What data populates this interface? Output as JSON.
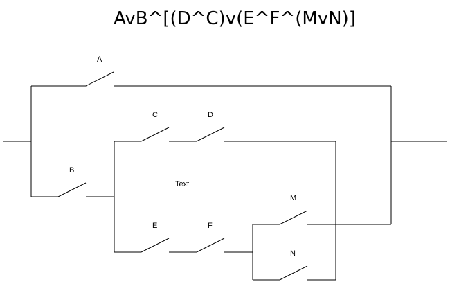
{
  "title": "AvB^[(D^C)v(E^F^(MvN)]",
  "switches": {
    "a": "A",
    "b": "B",
    "c": "C",
    "d": "D",
    "e": "E",
    "f": "F",
    "m": "M",
    "n": "N"
  },
  "note": "Text"
}
